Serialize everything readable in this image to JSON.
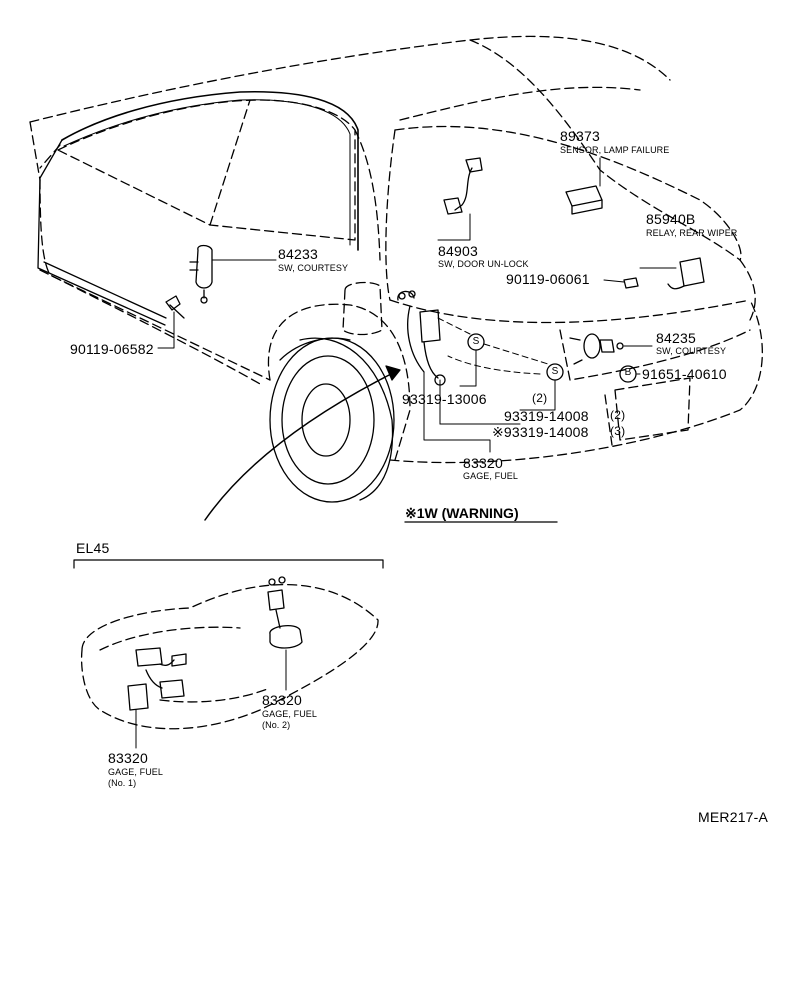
{
  "parts": {
    "p89373": {
      "number": "89373",
      "name": "SENSOR, LAMP FAILURE"
    },
    "p84903": {
      "number": "84903",
      "name": "SW, DOOR UN-LOCK"
    },
    "p85940B": {
      "number": "85940B",
      "name": "RELAY, REAR WIPER"
    },
    "p84233": {
      "number": "84233",
      "name": "SW, COURTESY"
    },
    "p90119_06061": {
      "number": "90119-06061"
    },
    "p90119_06582": {
      "number": "90119-06582"
    },
    "p84235": {
      "number": "84235",
      "name": "SW, COURTESY"
    },
    "p91651_40610": {
      "number": "91651-40610",
      "marker": "B"
    },
    "p93319_13006": {
      "number": "93319-13006",
      "qty": "(2)"
    },
    "p93319_14008": {
      "number": "93319-14008",
      "qty": "(2)"
    },
    "p93319_14008w": {
      "number": "※93319-14008",
      "qty": "(3)"
    },
    "p83320": {
      "number": "83320",
      "name": "GAGE, FUEL"
    },
    "p83320_no2": {
      "number": "83320",
      "name": "GAGE, FUEL",
      "note": "(No. 2)"
    },
    "p83320_no1": {
      "number": "83320",
      "name": "GAGE, FUEL",
      "note": "(No. 1)"
    }
  },
  "markers": {
    "s": "S",
    "b": "B"
  },
  "warning": "※1W (WARNING)",
  "inset_code": "EL45",
  "figure_code": "MER217-A"
}
